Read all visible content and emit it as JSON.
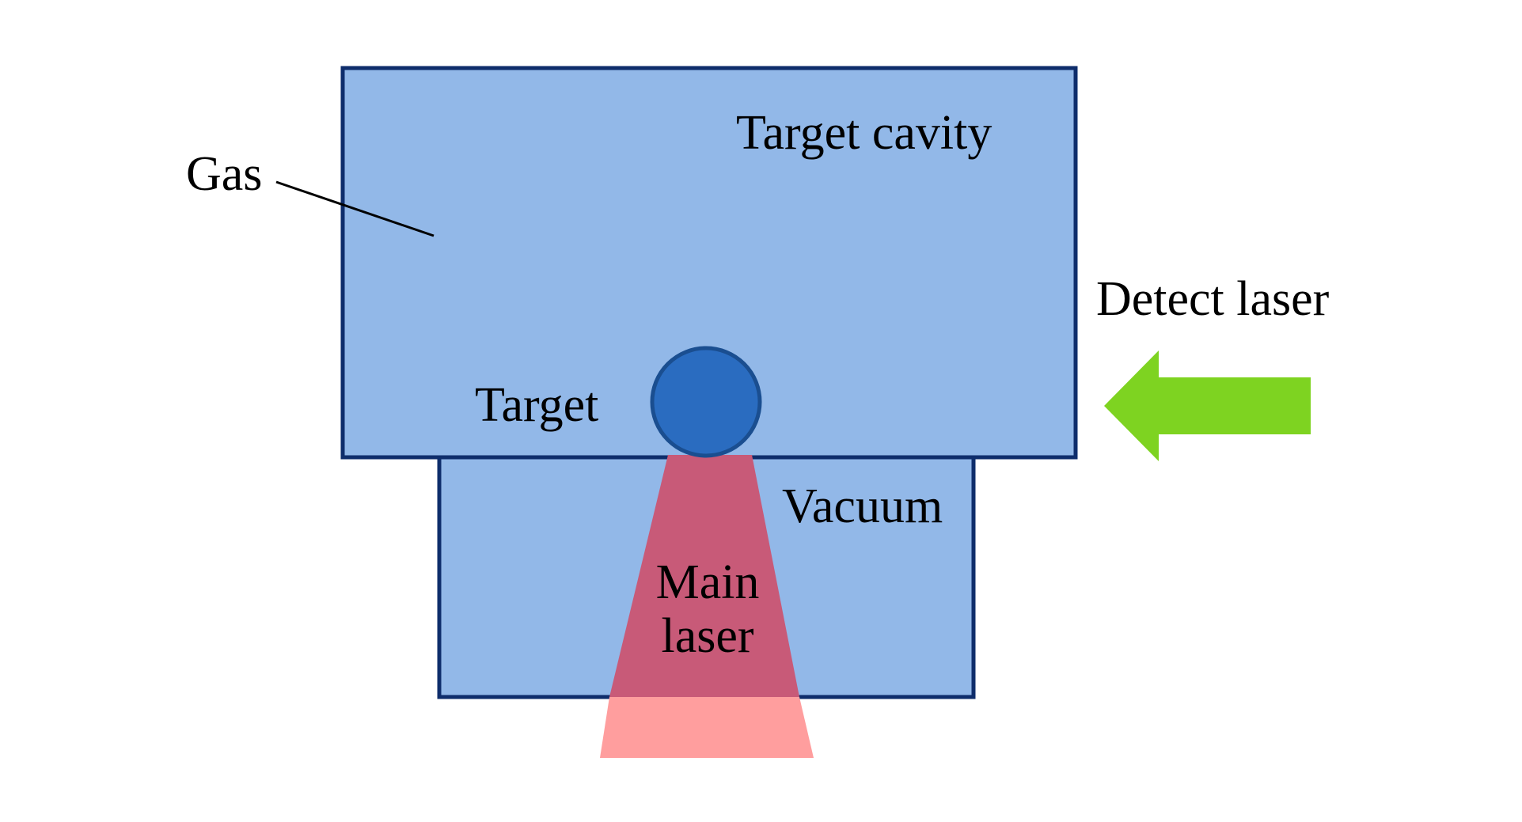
{
  "diagram": {
    "labels": {
      "gas": "Gas",
      "target_cavity": "Target cavity",
      "detect_laser": "Detect laser",
      "target": "Target",
      "vacuum": "Vacuum",
      "main_laser_line1": "Main",
      "main_laser_line2": "laser"
    },
    "colors": {
      "chamber_fill": "#92B8E8",
      "chamber_border": "#0E2D6B",
      "target_fill": "#2A6CC0",
      "target_border": "#1A4E90",
      "main_laser_inside": "#C85A78",
      "main_laser_outside": "#FF9E9E",
      "detect_arrow": "#7ED321",
      "leader_line": "#000000"
    }
  }
}
